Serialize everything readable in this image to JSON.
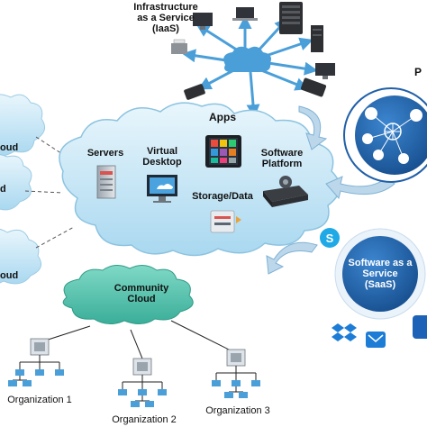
{
  "iaas": {
    "line1": "Infrastructure",
    "line2": "as a Service",
    "line3": "(IaaS)"
  },
  "paas_corner_label": "P",
  "main_cloud": {
    "apps": "Apps",
    "servers": "Servers",
    "virtual_desktop_line1": "Virtual",
    "virtual_desktop_line2": "Desktop",
    "software_platform_line1": "Software",
    "software_platform_line2": "Platform",
    "storage": "Storage/Data"
  },
  "left_clouds": [
    "oud",
    "d",
    "oud"
  ],
  "community_cloud": {
    "line1": "Community",
    "line2": "Cloud"
  },
  "saas": {
    "line1": "Software as a",
    "line2": "Service",
    "line3": "(SaaS)"
  },
  "organizations": [
    "Organization 1",
    "Organization 2",
    "Organization 3"
  ],
  "colors": {
    "cloud_blue": "#bfe2f4",
    "community_teal": "#5cc7b2",
    "saas_circle": "#1f5fa8",
    "arrow_blue": "#4a9fd9"
  }
}
